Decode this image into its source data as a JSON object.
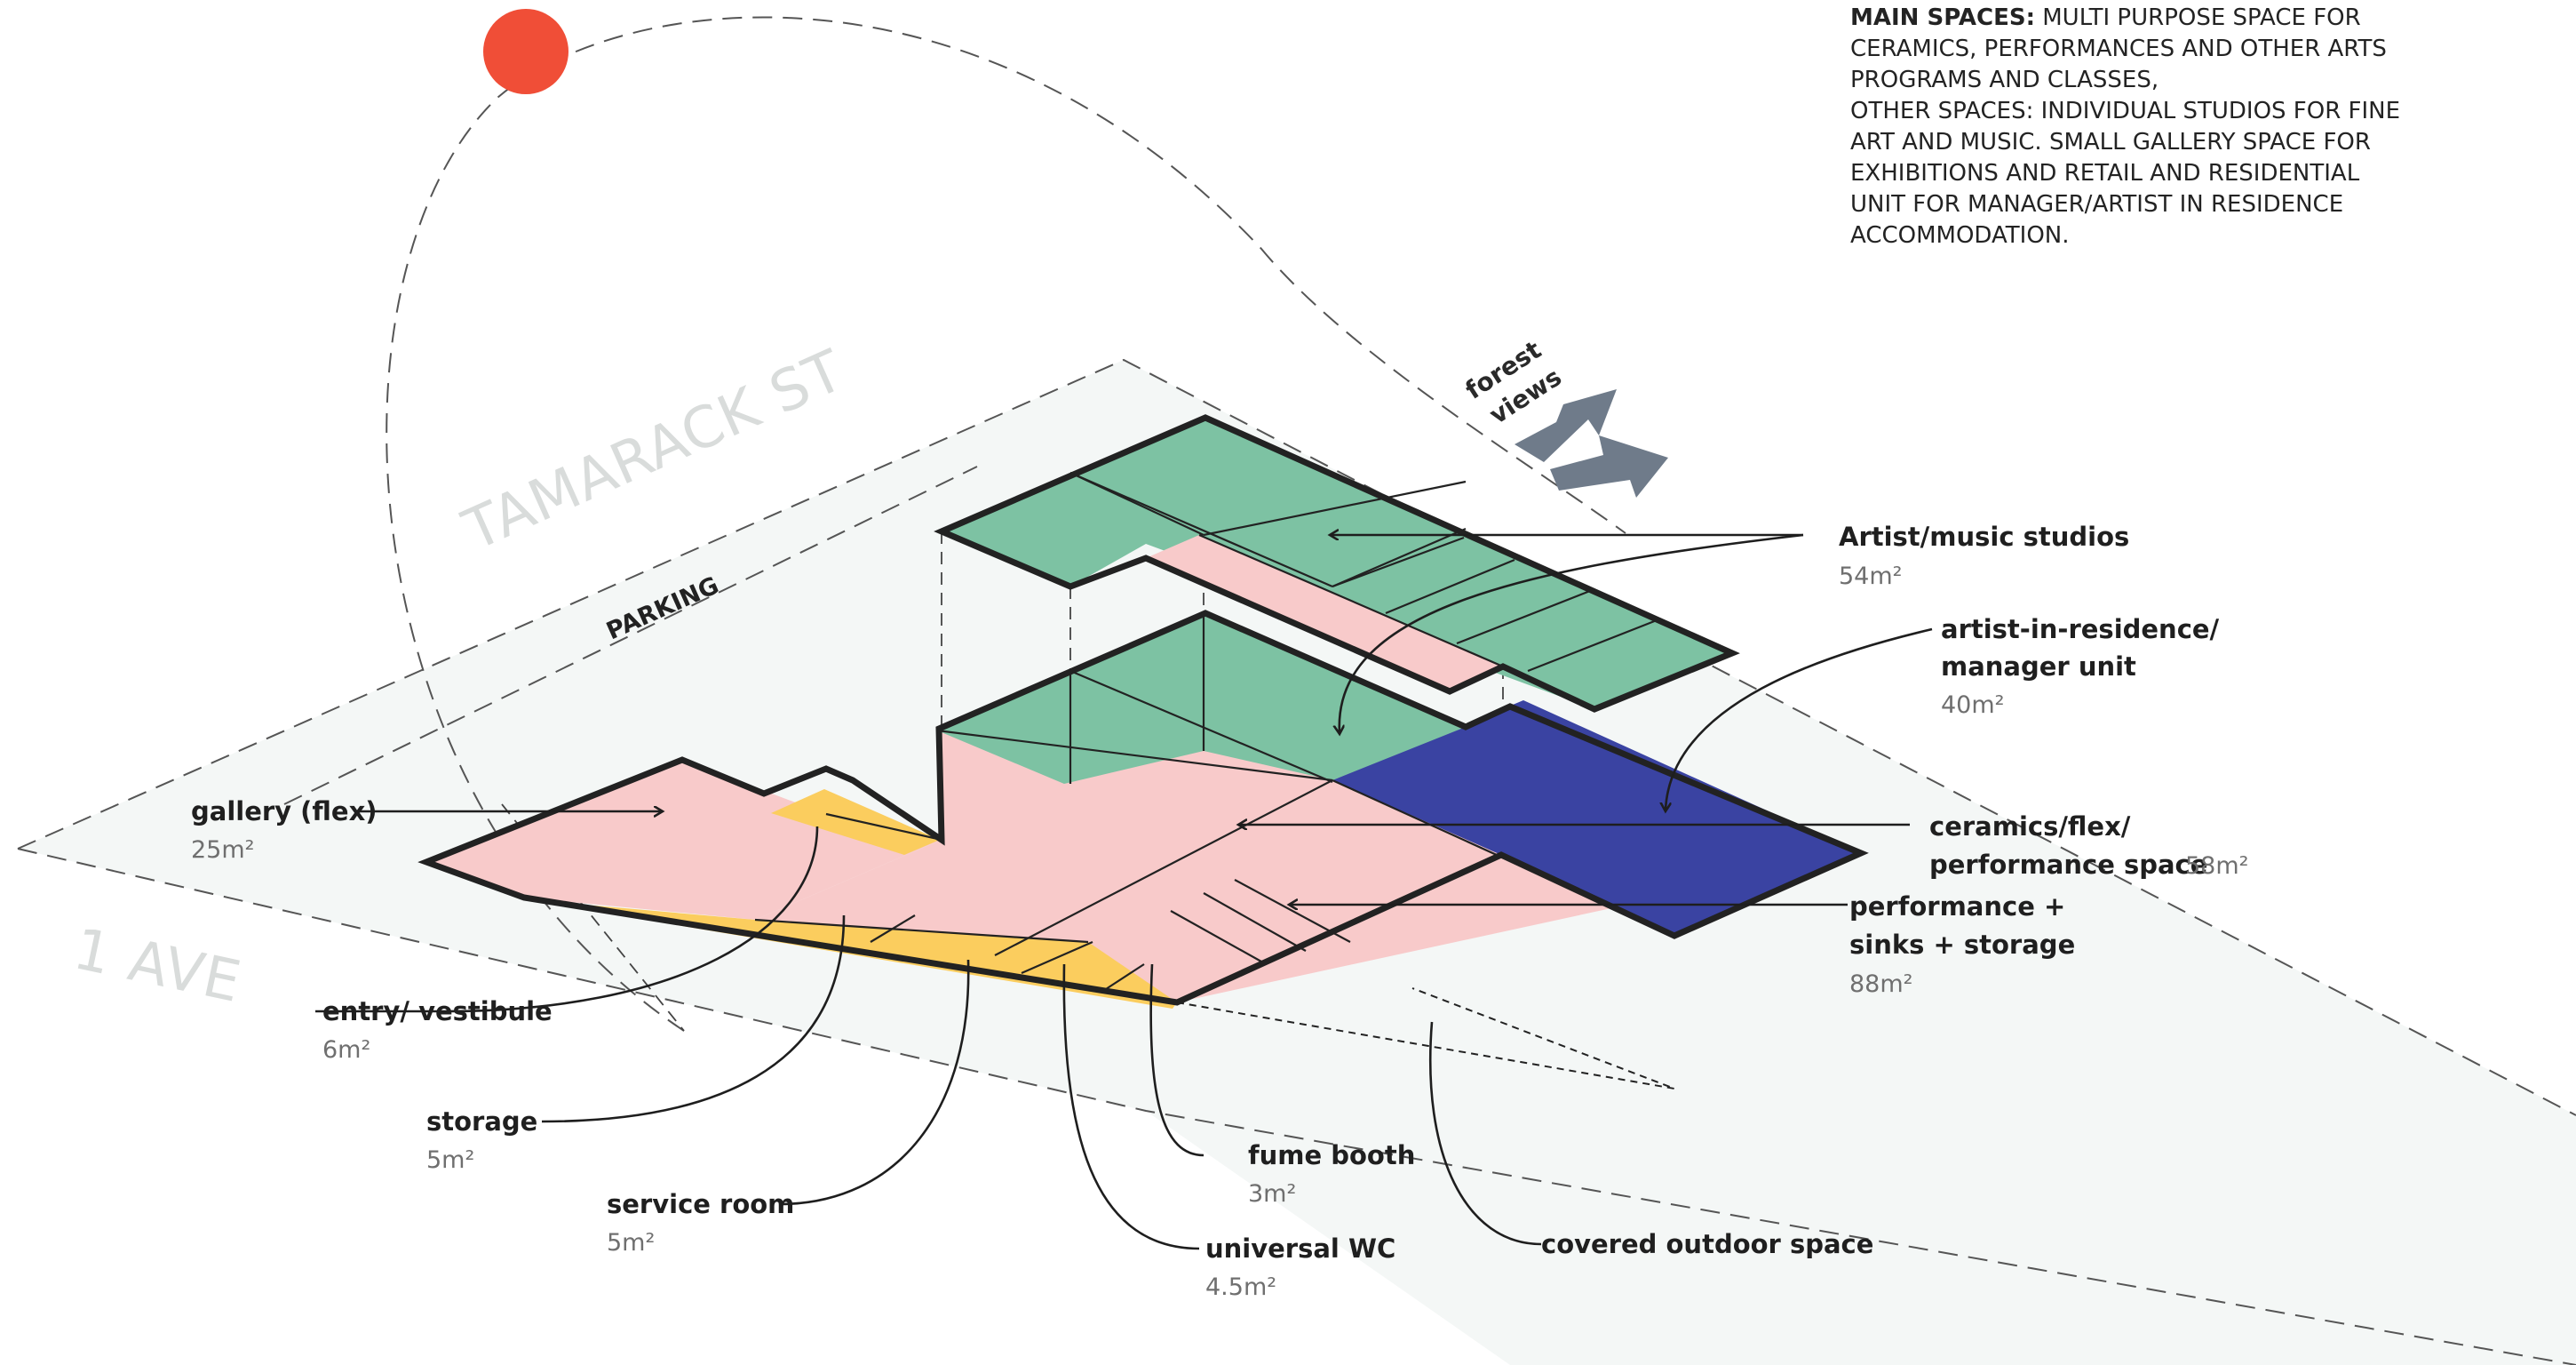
{
  "notes": {
    "line1_bold": "MAIN SPACES:",
    "line1_rest": " MULTI PURPOSE SPACE FOR",
    "line2": "CERAMICS, PERFORMANCES AND OTHER ARTS",
    "line3": "PROGRAMS AND CLASSES,",
    "line4": "OTHER SPACES: INDIVIDUAL STUDIOS FOR FINE",
    "line5": "ART AND MUSIC. SMALL GALLERY SPACE FOR",
    "line6": "EXHIBITIONS AND RETAIL AND RESIDENTIAL",
    "line7": "UNIT FOR MANAGER/ARTIST IN RESIDENCE",
    "line8": "ACCOMMODATION."
  },
  "streets": {
    "north": "TAMARACK ST",
    "south": "1 AVE"
  },
  "parking": "PARKING",
  "views": {
    "line1": "forest",
    "line2": "views"
  },
  "labels": {
    "studios": {
      "name": "Artist/music studios",
      "area": "54m²"
    },
    "residence": {
      "name_line1": "artist-in-residence/",
      "name_line2": "manager unit",
      "area": "40m²"
    },
    "ceramics": {
      "name_line1": "ceramics/flex/",
      "name_line2": "performance space",
      "area": "58m²"
    },
    "performance": {
      "name_line1": "performance +",
      "name_line2": "sinks + storage",
      "area": "88m²"
    },
    "gallery": {
      "name": "gallery (flex)",
      "area": "25m²"
    },
    "entry": {
      "name": "entry/ vestibule",
      "area": "6m²"
    },
    "storage": {
      "name": "storage",
      "area": "5m²"
    },
    "service": {
      "name": "service room",
      "area": "5m²"
    },
    "wc": {
      "name": "universal WC",
      "area": "4.5m²"
    },
    "fume": {
      "name": "fume booth",
      "area": "3m²"
    },
    "outdoor": {
      "name": "covered outdoor space"
    }
  },
  "colors": {
    "site": "#f4f7f6",
    "sun": "#f04e37",
    "green": "#7dc2a3",
    "pink": "#f8caca",
    "yellow": "#fbcd5e",
    "blue": "#3a43a2",
    "arrow": "#6f7b8a"
  }
}
